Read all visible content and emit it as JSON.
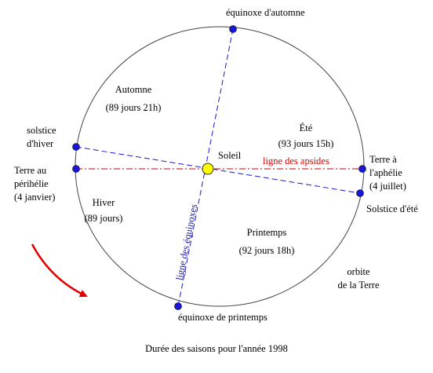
{
  "caption": "Durée des saisons pour l'année 1998",
  "points": {
    "autumn_equinox": "équinoxe d'automne",
    "spring_equinox": "équinoxe de printemps",
    "winter_solstice": [
      "solstice",
      "d'hiver"
    ],
    "summer_solstice": "Solstice d'été",
    "perihelion": [
      "Terre au",
      "périhélie",
      "(4 janvier)"
    ],
    "aphelion": [
      "Terre à",
      "l'aphélie",
      "(4 juillet)"
    ],
    "sun": "Soleil",
    "orbit": [
      "orbite",
      "de la Terre"
    ]
  },
  "lines": {
    "apsides": "ligne des apsides",
    "equinoxes": "ligne des équinoxes"
  },
  "seasons": {
    "autumn": {
      "name": "Automne",
      "duration": "(89 jours 21h)"
    },
    "summer": {
      "name": "Été",
      "duration": "(93 jours 15h)"
    },
    "winter": {
      "name": "Hiver",
      "duration": "(89 jours)"
    },
    "spring": {
      "name": "Printemps",
      "duration": "(92 jours 18h)"
    }
  },
  "colors": {
    "orbit": "#444444",
    "earth_marker": "#1a16d8",
    "sun_fill": "#ffff00",
    "apsides_line": "#c00000",
    "equinox_line": "#1a1ad0",
    "arrow": "#e00000"
  }
}
